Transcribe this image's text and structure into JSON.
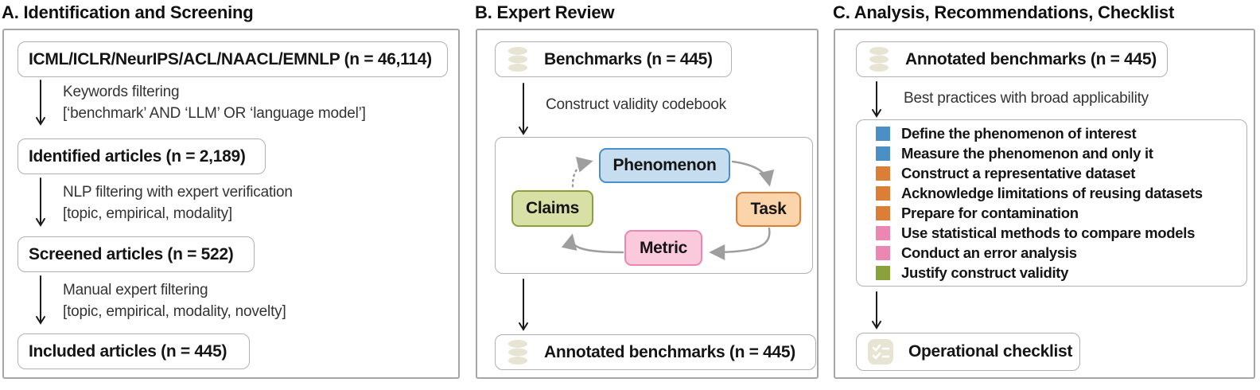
{
  "colors": {
    "panel_border": "#a6a6a6",
    "box_border": "#b0b0b0",
    "connector": "#9e9e9e",
    "db_icon": "#e8e4d3",
    "blue": "#4a8fc6",
    "orange": "#dc7e35",
    "pink": "#ec86b2",
    "olive": "#8ba23c",
    "phenomenon_fill": "#c5ddee",
    "phenomenon_border": "#4a8fc6",
    "task_fill": "#fbd4ab",
    "task_border": "#dc7e35",
    "metric_fill": "#fac9dc",
    "metric_border": "#ec86b2",
    "claims_fill": "#d9e0a6",
    "claims_border": "#8ba23c"
  },
  "panels": {
    "a": {
      "title": "A. Identification and Screening",
      "boxes": [
        "ICML/ICLR/NeurIPS/ACL/NAACL/EMNLP (n = 46,114)",
        "Identified articles (n = 2,189)",
        "Screened articles (n = 522)",
        "Included articles (n = 445)"
      ],
      "steps": [
        {
          "line1": "Keywords filtering",
          "line2": "[‘benchmark’ AND ‘LLM’ OR ‘language model’]"
        },
        {
          "line1": "NLP filtering with expert verification",
          "line2": "[topic, empirical, modality]"
        },
        {
          "line1": "Manual expert filtering",
          "line2": "[topic, empirical, modality, novelty]"
        }
      ]
    },
    "b": {
      "title": "B. Expert Review",
      "top_box": "Benchmarks (n = 445)",
      "arrow_label": "Construct validity codebook",
      "cycle": {
        "phenomenon": "Phenomenon",
        "task": "Task",
        "metric": "Metric",
        "claims": "Claims"
      },
      "bottom_box": "Annotated benchmarks (n = 445)"
    },
    "c": {
      "title": "C. Analysis, Recommendations, Checklist",
      "top_box": "Annotated benchmarks (n = 445)",
      "arrow_label": "Best practices with broad applicability",
      "recommendations": [
        {
          "color": "#4a8fc6",
          "label": "Define the phenomenon of interest"
        },
        {
          "color": "#4a8fc6",
          "label": "Measure the phenomenon and only it"
        },
        {
          "color": "#dc7e35",
          "label": "Construct a representative dataset"
        },
        {
          "color": "#dc7e35",
          "label": "Acknowledge limitations of reusing datasets"
        },
        {
          "color": "#dc7e35",
          "label": "Prepare for contamination"
        },
        {
          "color": "#ec86b2",
          "label": "Use statistical methods to compare models"
        },
        {
          "color": "#ec86b2",
          "label": "Conduct an error analysis"
        },
        {
          "color": "#8ba23c",
          "label": "Justify construct validity"
        }
      ],
      "bottom_box": "Operational checklist"
    }
  }
}
